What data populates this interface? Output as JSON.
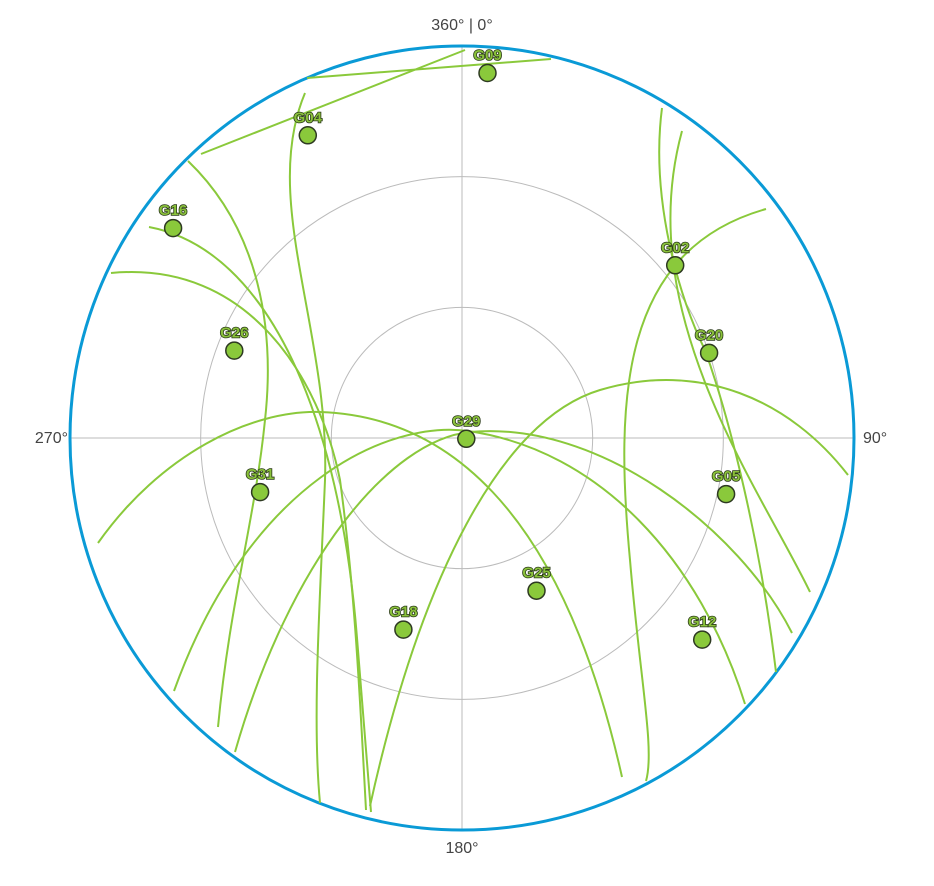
{
  "chart_data": {
    "type": "polar-skyplot",
    "title": "",
    "azimuth_labels": {
      "north": "360° | 0°",
      "east": "90°",
      "south": "180°",
      "west": "270°"
    },
    "elevation_rings_deg": [
      0,
      30,
      60
    ],
    "grid": true,
    "colors": {
      "horizon": "#0a9ad6",
      "grid": "#bbbbbb",
      "track": "#8ac93b",
      "satellite_fill": "#8ac93b",
      "satellite_stroke": "#2e3a22",
      "label_text": "#8ac13b"
    },
    "satellites": [
      {
        "id": "G09",
        "azimuth": 4,
        "elevation": 6
      },
      {
        "id": "G04",
        "azimuth": 333,
        "elevation": 12
      },
      {
        "id": "G16",
        "azimuth": 306,
        "elevation": 8
      },
      {
        "id": "G26",
        "azimuth": 291,
        "elevation": 34
      },
      {
        "id": "G02",
        "azimuth": 51,
        "elevation": 27
      },
      {
        "id": "G20",
        "azimuth": 71,
        "elevation": 30
      },
      {
        "id": "G29",
        "azimuth": 101,
        "elevation": 89
      },
      {
        "id": "G31",
        "azimuth": 255,
        "elevation": 42
      },
      {
        "id": "G05",
        "azimuth": 102,
        "elevation": 28
      },
      {
        "id": "G25",
        "azimuth": 154,
        "elevation": 51
      },
      {
        "id": "G18",
        "azimuth": 197,
        "elevation": 44
      },
      {
        "id": "G12",
        "azimuth": 130,
        "elevation": 18
      }
    ]
  }
}
